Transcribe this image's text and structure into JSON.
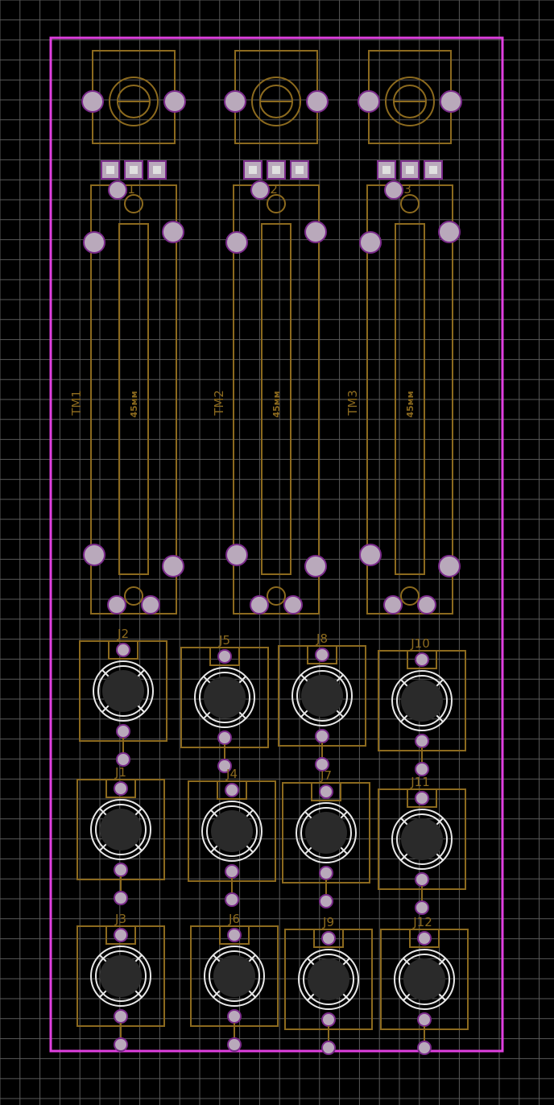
{
  "board": {
    "background": "#000000",
    "grid_color": "#5a5a5a",
    "outline_color": "#e040e0",
    "silk_color": "#8c6a1e",
    "pad_fill": "#b9a9bb",
    "pad_ring": "#7a2a8a",
    "jack_ring": "#e8e8e8",
    "jack_hole": "#2a2a2a"
  },
  "pots": [
    {
      "ref": "R1",
      "pad_label_visible": true
    },
    {
      "ref": "R2",
      "pad_label_visible": true
    },
    {
      "ref": "R3",
      "pad_label_visible": true
    }
  ],
  "faders": [
    {
      "ref": "TM1",
      "length": "45мм"
    },
    {
      "ref": "TM2",
      "length": "45мм"
    },
    {
      "ref": "TM3",
      "length": "45мм"
    }
  ],
  "jacks": [
    {
      "ref": "J2"
    },
    {
      "ref": "J5"
    },
    {
      "ref": "J8"
    },
    {
      "ref": "J10"
    },
    {
      "ref": "J1"
    },
    {
      "ref": "J4"
    },
    {
      "ref": "J7"
    },
    {
      "ref": "J11"
    },
    {
      "ref": "J3"
    },
    {
      "ref": "J6"
    },
    {
      "ref": "J9"
    },
    {
      "ref": "J12"
    }
  ]
}
